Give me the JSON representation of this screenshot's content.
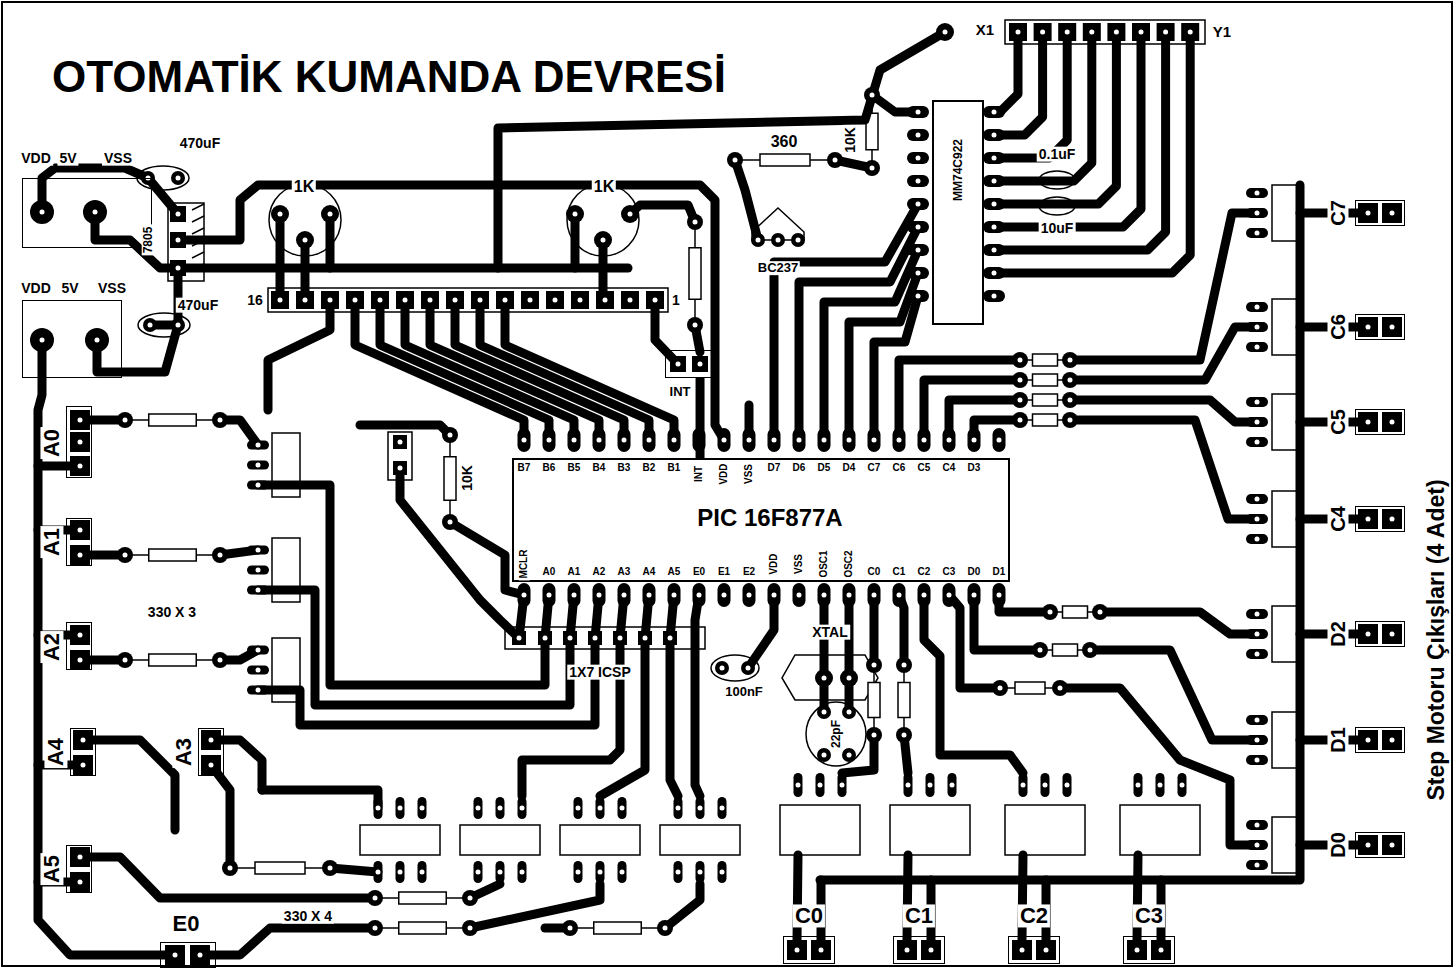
{
  "diagram": {
    "title": "OTOMATİK KUMANDA DEVRESİ",
    "nodes": [
      {
        "text": [
          "PIC 16F877A",
          "B7",
          "B6",
          "B5",
          "B4",
          "B3",
          "B2",
          "B1",
          "INT",
          "VDD",
          "VSS",
          "D7",
          "D6",
          "D5",
          "D4",
          "C7",
          "C6",
          "C5",
          "C4",
          "D3",
          "MCLR",
          "A0",
          "A1",
          "A2",
          "A3",
          "A4",
          "A5",
          "E0",
          "E1",
          "E2",
          "VDD",
          "VSS",
          "OSC1",
          "OSC2",
          "C0",
          "C1",
          "C2",
          "C3",
          "D0",
          "D1"
        ]
      },
      {
        "text": [
          "MM74C922"
        ]
      },
      {
        "text": [
          "VDD",
          "5V",
          "VSS"
        ]
      },
      {
        "text": [
          "VDD",
          "5V",
          "VSS"
        ]
      },
      {
        "text": [
          "INT"
        ]
      },
      {
        "text": [
          "A0"
        ]
      },
      {
        "text": [
          "A1"
        ]
      },
      {
        "text": [
          "A2"
        ]
      },
      {
        "text": [
          "A4"
        ]
      },
      {
        "text": [
          "A3"
        ]
      },
      {
        "text": [
          "A5"
        ]
      },
      {
        "text": [
          "E0"
        ]
      },
      {
        "text": [
          "C0"
        ]
      },
      {
        "text": [
          "C1"
        ]
      },
      {
        "text": [
          "C2"
        ]
      },
      {
        "text": [
          "C3"
        ]
      },
      {
        "text": [
          "C7"
        ]
      },
      {
        "text": [
          "C6"
        ]
      },
      {
        "text": [
          "C5"
        ]
      },
      {
        "text": [
          "C4"
        ]
      },
      {
        "text": [
          "D2"
        ]
      },
      {
        "text": [
          "D1"
        ]
      },
      {
        "text": [
          "D0"
        ]
      }
    ],
    "edges": [
      {
        "from": 4,
        "to": 0,
        "arrow": "none"
      }
    ],
    "labels": [
      "1K",
      "1K",
      "360",
      "10K",
      "BC237",
      "0.1uF",
      "10uF",
      "X1",
      "Y1",
      "16",
      "1",
      "7805",
      "470uF",
      "470uF",
      "10K",
      "1X7 ICSP",
      "100nF",
      "XTAL",
      "22pF",
      "330 X 3",
      "330 X 4",
      "Step Motoru Çıkışları (4 Adet)"
    ]
  }
}
